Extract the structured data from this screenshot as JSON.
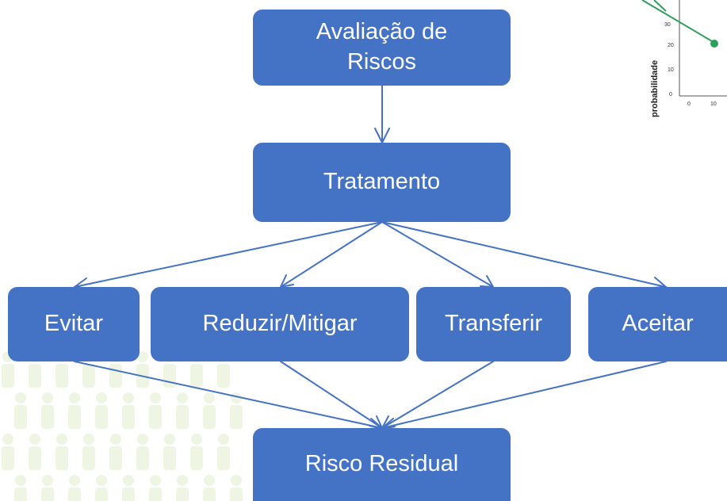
{
  "nodes": {
    "avaliacao": "Avaliação de Riscos",
    "tratamento": "Tratamento",
    "evitar": "Evitar",
    "reduzir": "Reduzir/Mitigar",
    "transferir": "Transferir",
    "aceitar": "Aceitar",
    "residual": "Risco Residual"
  },
  "inset_chart": {
    "ylabel": "probabilidade",
    "y_ticks": [
      "0",
      "10",
      "20",
      "30"
    ],
    "x_ticks": [
      "0",
      "10"
    ]
  },
  "colors": {
    "box_fill": "#4472c4",
    "box_text": "#ffffff",
    "arrow": "#4472c4",
    "chart_green": "#2e9e5b",
    "background_people": "#eef5e2"
  }
}
